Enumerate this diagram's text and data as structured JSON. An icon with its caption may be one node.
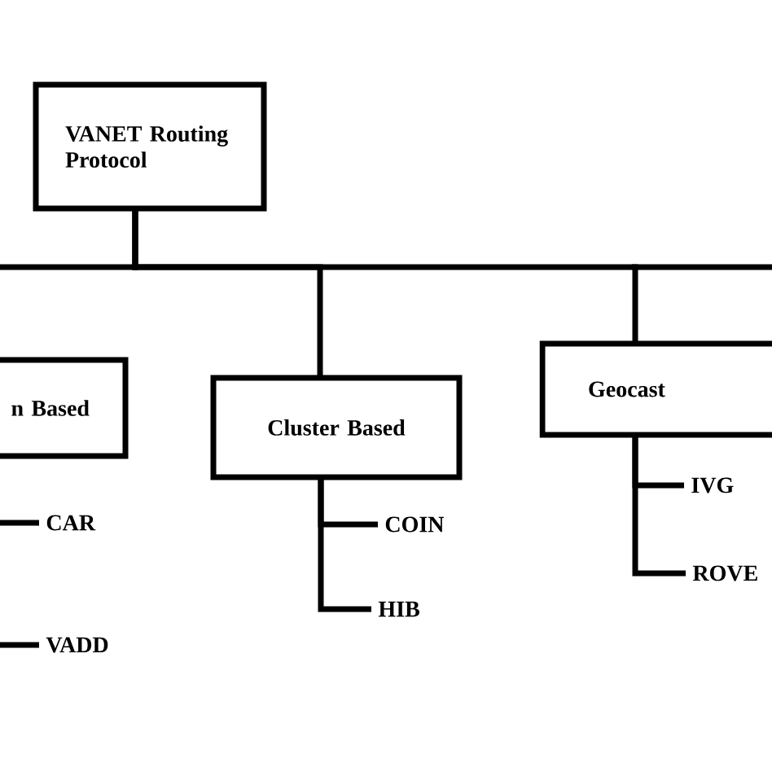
{
  "diagram": {
    "nodes": [
      {
        "text": [
          "VANET Routing Protocol"
        ]
      },
      {
        "text": [
          "n Based"
        ]
      },
      {
        "text": [
          "CAR"
        ]
      },
      {
        "text": [
          "VADD"
        ]
      },
      {
        "text": [
          "Cluster Based"
        ]
      },
      {
        "text": [
          "COIN"
        ]
      },
      {
        "text": [
          "HIB"
        ]
      },
      {
        "text": [
          "Geocast"
        ]
      },
      {
        "text": [
          "IVG"
        ]
      },
      {
        "text": [
          "ROVE"
        ]
      }
    ],
    "edges": [
      {
        "from": 0,
        "to": 1,
        "arrow": "none"
      },
      {
        "from": 1,
        "to": 2,
        "arrow": "none"
      },
      {
        "from": 1,
        "to": 3,
        "arrow": "none"
      },
      {
        "from": 0,
        "to": 4,
        "arrow": "none"
      },
      {
        "from": 4,
        "to": 5,
        "arrow": "none"
      },
      {
        "from": 4,
        "to": 6,
        "arrow": "none"
      },
      {
        "from": 0,
        "to": 7,
        "arrow": "none"
      },
      {
        "from": 7,
        "to": 8,
        "arrow": "none"
      },
      {
        "from": 7,
        "to": 9,
        "arrow": "none"
      }
    ]
  }
}
